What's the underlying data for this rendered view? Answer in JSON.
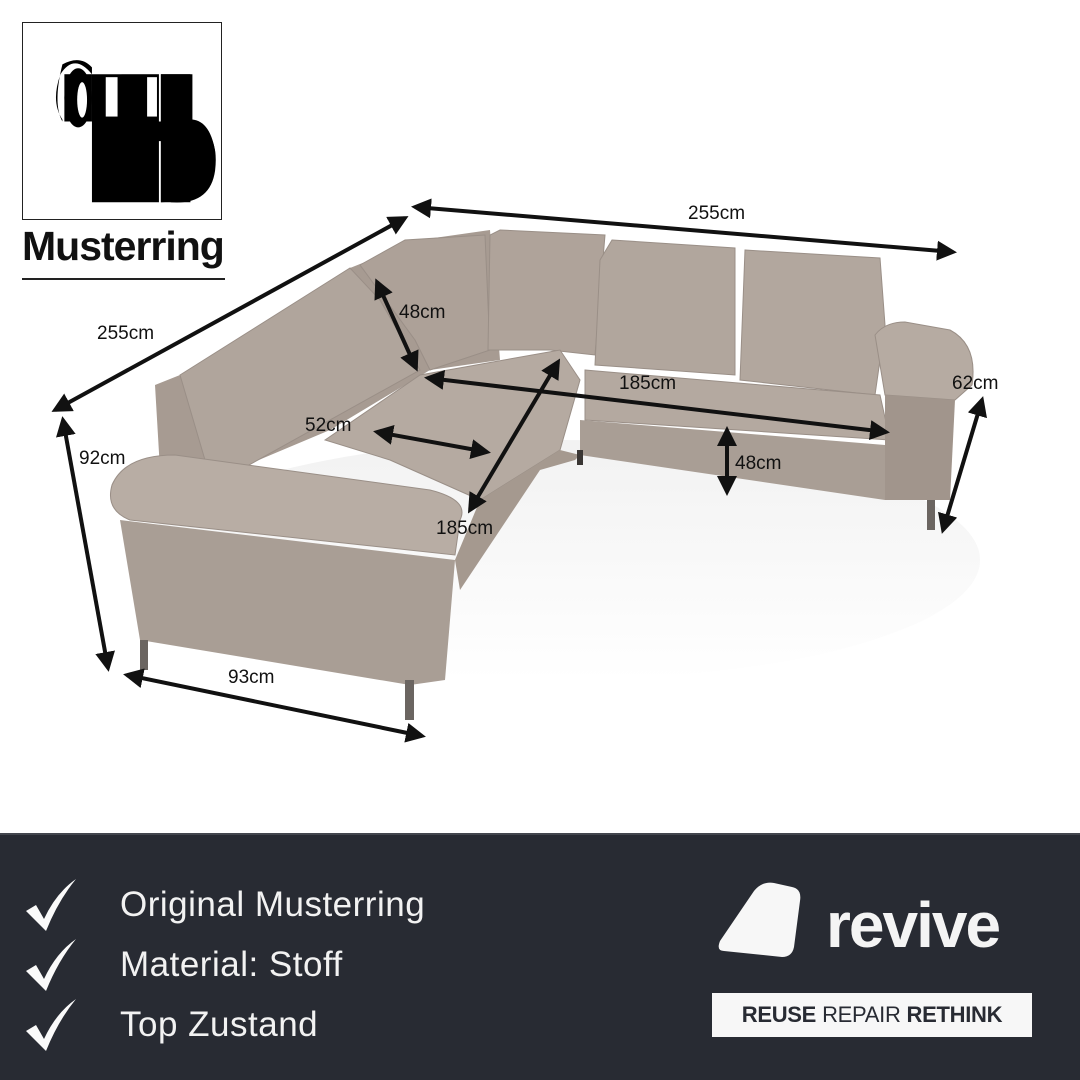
{
  "brand": {
    "name": "Musterring",
    "logo_icon": "musterring-monogram-icon"
  },
  "dimensions": {
    "back_width": "255cm",
    "side_width": "255cm",
    "height": "92cm",
    "backrest_height": "48cm",
    "seat_depth": "52cm",
    "seat_width_left": "185cm",
    "seat_width_right": "185cm",
    "seat_height": "48cm",
    "arm_height": "62cm",
    "arm_depth": "93cm"
  },
  "colors": {
    "sofa_fabric": "#a99d94",
    "footer_bg": "#282b33",
    "footer_text": "#f2f2f2",
    "arrow": "#111111"
  },
  "features": [
    {
      "icon": "checkmark-icon",
      "label": "Original Musterring"
    },
    {
      "icon": "checkmark-icon",
      "label": "Material: Stoff"
    },
    {
      "icon": "checkmark-icon",
      "label": "Top Zustand"
    }
  ],
  "revive": {
    "wordmark": "revive",
    "tagline_1": "REUSE",
    "tagline_2": "REPAIR",
    "tagline_3": "RETHINK"
  }
}
